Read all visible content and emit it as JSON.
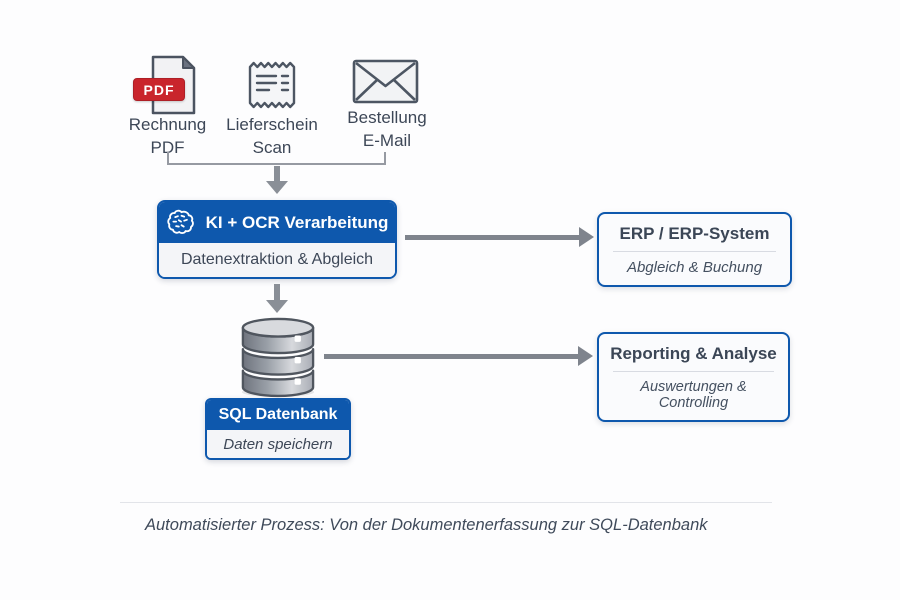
{
  "sources": [
    {
      "icon": "pdf-file-icon",
      "badge_text": "PDF",
      "label_line1": "Rechnung",
      "label_line2": "PDF"
    },
    {
      "icon": "receipt-icon",
      "label_line1": "Lieferschein",
      "label_line2": "Scan"
    },
    {
      "icon": "envelope-icon",
      "label_line1": "Bestellung",
      "label_line2": "E-Mail"
    }
  ],
  "process": {
    "icon": "brain-icon",
    "title": "KI + OCR Verarbeitung",
    "subtitle": "Datenextraktion & Abgleich"
  },
  "erp": {
    "title": "ERP / ERP-System",
    "subtitle": "Abgleich & Buchung"
  },
  "sql": {
    "icon": "database-icon",
    "title": "SQL Datenbank",
    "subtitle": "Daten speichern"
  },
  "reporting": {
    "title": "Reporting & Analyse",
    "subtitle": "Auswertungen & Controlling"
  },
  "caption": "Automatisierter Prozess: Von der Dokumentenerfassung zur SQL-Datenbank",
  "colors": {
    "accent_blue": "#0e58ad",
    "pdf_red": "#c9252c",
    "arrow_gray": "#7f848d",
    "text_dark": "#3b4757"
  }
}
